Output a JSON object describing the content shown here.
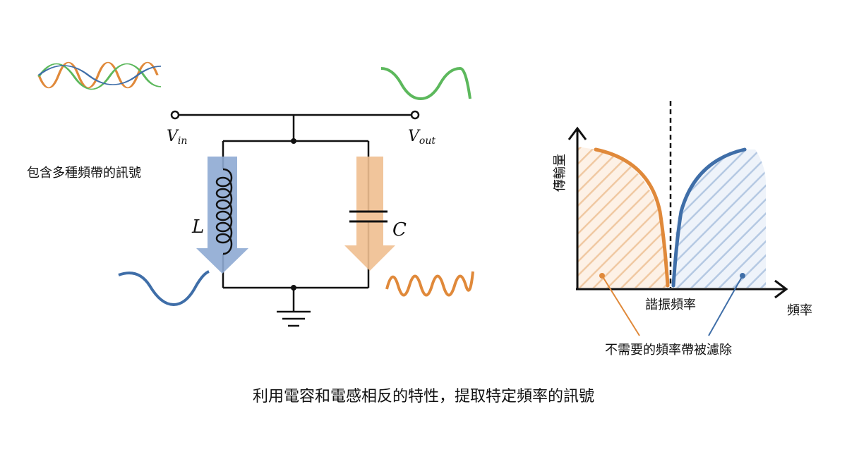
{
  "circuit": {
    "vin_label": "V",
    "vin_sub": "in",
    "vout_label": "V",
    "vout_sub": "out",
    "inductor_label": "L",
    "capacitor_label": "C",
    "input_caption": "包含多種頻帶的訊號"
  },
  "graph": {
    "y_axis_label": "傳輸量",
    "x_axis_label": "頻率",
    "resonance_label": "諧振頻率",
    "filtered_label": "不需要的頻率帶被濾除"
  },
  "caption": "利用電容和電感相反的特性，提取特定頻率的訊號",
  "colors": {
    "blue": "#3f6ea8",
    "orange": "#e0893a",
    "green": "#5cb85c",
    "line": "#111111",
    "blue_arrow": "#8eaad3",
    "orange_arrow": "#efbf90"
  }
}
